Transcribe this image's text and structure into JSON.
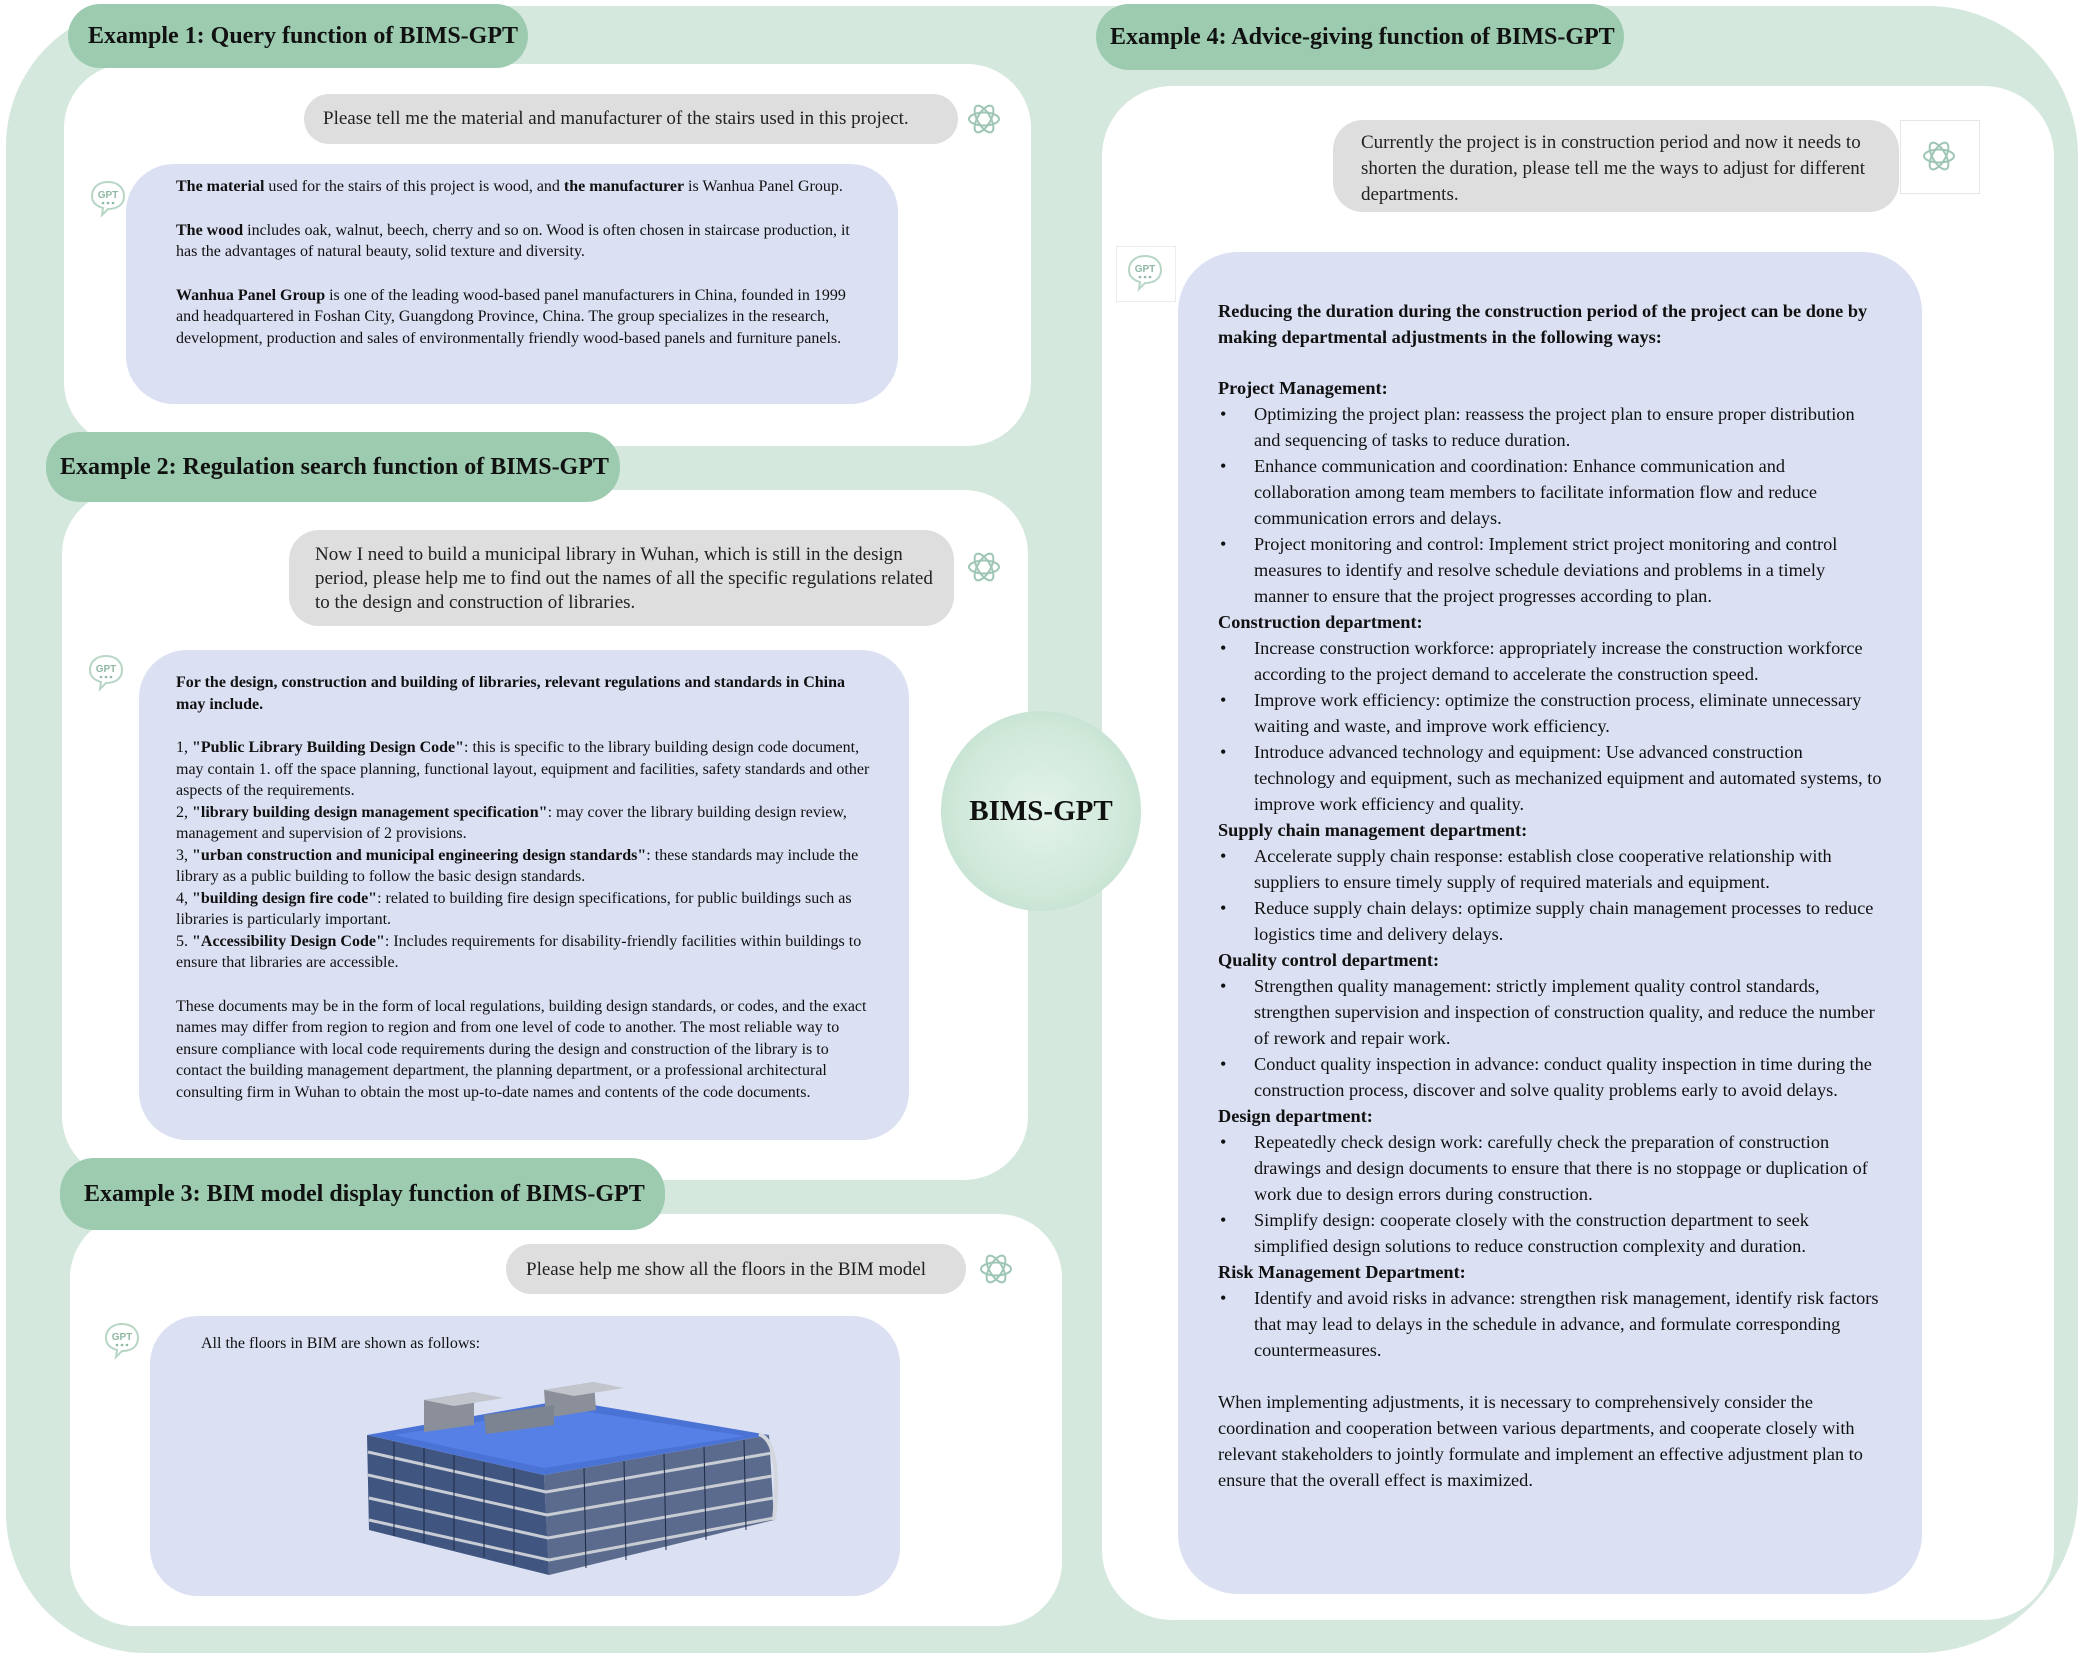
{
  "center_label": "BIMS-GPT",
  "ex1": {
    "title": "Example 1: Query function of BIMS-GPT",
    "user": "Please tell me the material and manufacturer of the stairs used in this project.",
    "a_b1": "The material",
    "a_t1": " used for the stairs of this project is wood, and ",
    "a_b2": "the manufacturer",
    "a_t2": " is Wanhua Panel Group.",
    "a2_b": "The wood",
    "a2_t": " includes oak, walnut, beech, cherry and so on. Wood is often chosen in staircase production, it has the advantages of natural beauty, solid texture and diversity.",
    "a3_b": "Wanhua Panel Group",
    "a3_t": " is one of the leading wood-based panel manufacturers in China, founded in 1999 and headquartered in Foshan City, Guangdong Province, China. The group specializes in the research, development, production and sales of environmentally friendly wood-based panels and furniture panels."
  },
  "ex2": {
    "title": "Example 2: Regulation search function of BIMS-GPT",
    "user": "Now I need to build a municipal library in Wuhan, which is still in the design period, please help me to find out the names of all the specific regulations related to the design and construction of libraries.",
    "intro": "For the design, construction and building of libraries, relevant regulations and standards in China may include.",
    "items": [
      {
        "num": "1, ",
        "name": "\"Public Library Building Design Code\"",
        "text": ": this is specific to the library building design code document, may contain 1. off the space planning, functional layout, equipment and facilities, safety standards and other aspects of the requirements."
      },
      {
        "num": "2, ",
        "name": "\"library building design management specification\"",
        "text": ": may cover the library building design review, management and supervision of 2 provisions."
      },
      {
        "num": "3, ",
        "name": "\"urban construction and municipal engineering design standards\"",
        "text": ": these standards may include the library as a public building to follow the basic design standards."
      },
      {
        "num": "4, ",
        "name": "\"building design fire code\"",
        "text": ": related to building fire design specifications, for public buildings such as libraries is particularly important."
      },
      {
        "num": "5. ",
        "name": "\"Accessibility Design Code\"",
        "text": ": Includes requirements for disability-friendly facilities within buildings to ensure that libraries are accessible."
      }
    ],
    "outro": "These documents may be in the form of local regulations, building design standards, or codes, and the exact names may differ from region to region and from one level of code to another. The most reliable way to ensure compliance with local code requirements during the design and construction of the library is to contact the building management department, the planning department, or a professional architectural consulting firm in Wuhan to obtain the most up-to-date names and contents of the code documents."
  },
  "ex3": {
    "title": "Example 3: BIM model display function of BIMS-GPT",
    "user": "Please help me show all the floors in the BIM model",
    "answer": "All the floors in BIM are shown as follows:"
  },
  "ex4": {
    "title": "Example 4: Advice-giving function of BIMS-GPT",
    "user": "Currently the project is in construction period and now it needs to shorten the duration, please tell me the ways to adjust for different departments.",
    "intro": "Reducing the duration during the construction period of the project can be done by making departmental adjustments in the following ways:",
    "sections": [
      {
        "heading": "Project Management:",
        "items": [
          "Optimizing the project plan: reassess the project plan to ensure proper distribution and sequencing of tasks to reduce duration.",
          "Enhance communication and coordination: Enhance communication and collaboration among team members to facilitate information flow and reduce communication errors and delays.",
          "Project monitoring and control: Implement strict project monitoring and control measures to identify and resolve schedule deviations and problems in a timely manner to ensure that the project progresses according to plan."
        ]
      },
      {
        "heading": "Construction department:",
        "items": [
          "Increase construction workforce: appropriately increase the construction workforce according to the project demand to accelerate the construction speed.",
          "Improve work efficiency: optimize the construction process, eliminate unnecessary waiting and waste, and improve work efficiency.",
          "Introduce advanced technology and equipment: Use advanced construction technology and equipment, such as mechanized equipment and automated systems, to improve work efficiency and quality."
        ]
      },
      {
        "heading": "Supply chain management department:",
        "items": [
          "Accelerate supply chain response: establish close cooperative relationship with suppliers to ensure timely supply of required materials and equipment.",
          "Reduce supply chain delays: optimize supply chain management processes to reduce logistics time and delivery delays."
        ]
      },
      {
        "heading": "Quality control department:",
        "items": [
          "Strengthen quality management: strictly implement quality control standards, strengthen supervision and inspection of construction quality, and reduce the number of rework and repair work.",
          "Conduct quality inspection in advance: conduct quality inspection in time during the construction process, discover and solve quality problems early to avoid delays."
        ]
      },
      {
        "heading": "Design department:",
        "items": [
          "Repeatedly check design work: carefully check the preparation of construction drawings and design documents to ensure that there is no stoppage or duplication of work due to design errors during construction.",
          "Simplify design: cooperate closely with the construction department to seek simplified design solutions to reduce construction complexity and duration."
        ]
      },
      {
        "heading": "Risk Management Department:",
        "items": [
          "Identify and avoid risks in advance: strengthen risk management, identify risk factors that may lead to delays in the schedule in advance, and formulate corresponding countermeasures."
        ]
      }
    ],
    "outro": "When implementing adjustments, it is necessary to comprehensively consider the coordination and cooperation between various departments, and cooperate closely with relevant stakeholders to jointly formulate and implement an effective adjustment plan to ensure that the overall effect is maximized."
  },
  "icons": {
    "assistant": "gpt-chat-icon",
    "user": "openai-logo-icon"
  },
  "colors": {
    "background_green": "#d5e8dd",
    "title_tag": "#9ccbb0",
    "user_bubble": "#dedede",
    "assistant_bubble": "#dbe0f3"
  }
}
